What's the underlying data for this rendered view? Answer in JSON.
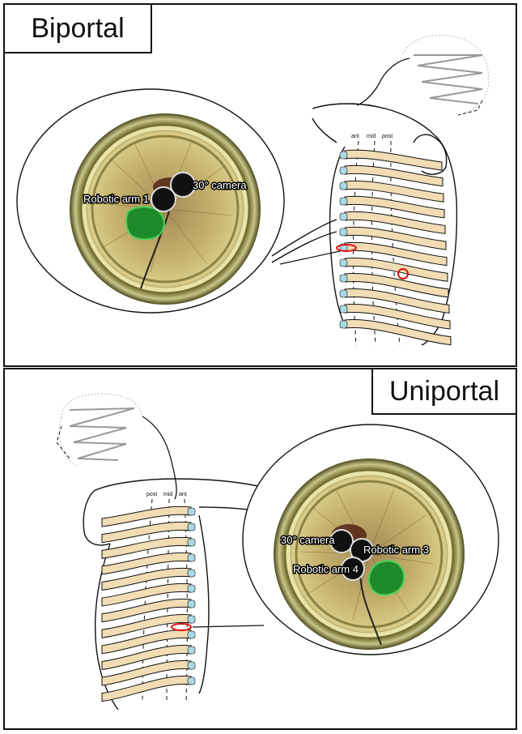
{
  "panels": {
    "top": {
      "title": "Biportal",
      "labels": {
        "camera": "30° camera",
        "arm": "Robotic arm 1"
      },
      "axis_labels": [
        "ant",
        "mid",
        "post"
      ]
    },
    "bottom": {
      "title": "Uniportal",
      "labels": {
        "camera": "30° camera",
        "arm_a": "Robotic arm 3",
        "arm_b": "Robotic arm 4"
      },
      "axis_labels": [
        "post",
        "mid",
        "ant"
      ]
    }
  },
  "colors": {
    "rib": "#f1dcb3",
    "cartilage": "#a9d8e6",
    "port_marker": "#dd1111",
    "lesion": "#1f8a2a",
    "port_ring": "#8f8a3a"
  }
}
